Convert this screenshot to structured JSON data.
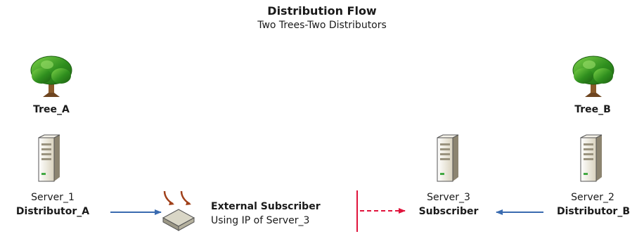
{
  "header": {
    "title": "Distribution Flow",
    "subtitle": "Two Trees-Two Distributors"
  },
  "trees": [
    {
      "label": "Tree_A",
      "icon": "tree-icon"
    },
    {
      "label": "Tree_B",
      "icon": "tree-icon"
    }
  ],
  "nodes": {
    "server1": {
      "name": "Server_1",
      "role": "Distributor_A",
      "icon": "server-icon"
    },
    "server2": {
      "name": "Server_2",
      "role": "Distributor_B",
      "icon": "server-icon"
    },
    "server3": {
      "name": "Server_3",
      "role": "Subscriber",
      "icon": "server-icon"
    },
    "external": {
      "name": "External Subscriber",
      "detail": "Using IP of Server_3",
      "icon": "router-icon"
    }
  },
  "colors": {
    "flow_arrow": "#3a6bb0",
    "dashed_arrow": "#e0143c",
    "boundary_line": "#e0143c",
    "tree_foliage": "#2f8f1e",
    "tree_trunk": "#8a5a2b",
    "server_body": "#efeadc",
    "router_arrows": "#a0401a"
  }
}
